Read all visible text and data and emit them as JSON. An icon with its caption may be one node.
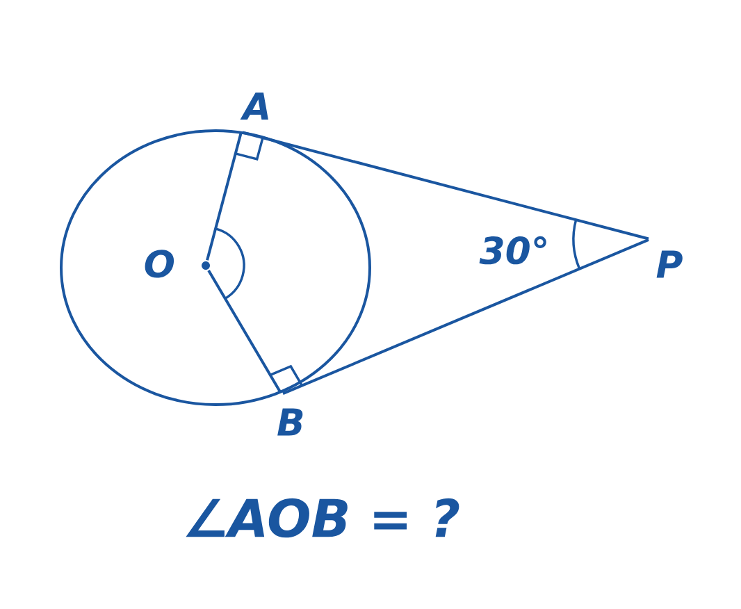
{
  "diagram": {
    "caption": "∠AOB = ?",
    "nodes": [
      {
        "text": [
          "A"
        ]
      },
      {
        "text": [
          "O"
        ]
      },
      {
        "text": [
          "B"
        ]
      },
      {
        "text": [
          "P"
        ]
      }
    ],
    "edges": [
      {
        "from": 1,
        "to": 0,
        "arrow": "none"
      },
      {
        "from": 1,
        "to": 2,
        "arrow": "none"
      },
      {
        "from": 0,
        "to": 3,
        "arrow": "none"
      },
      {
        "from": 2,
        "to": 3,
        "arrow": "none"
      }
    ],
    "labels": [
      "30°"
    ]
  }
}
